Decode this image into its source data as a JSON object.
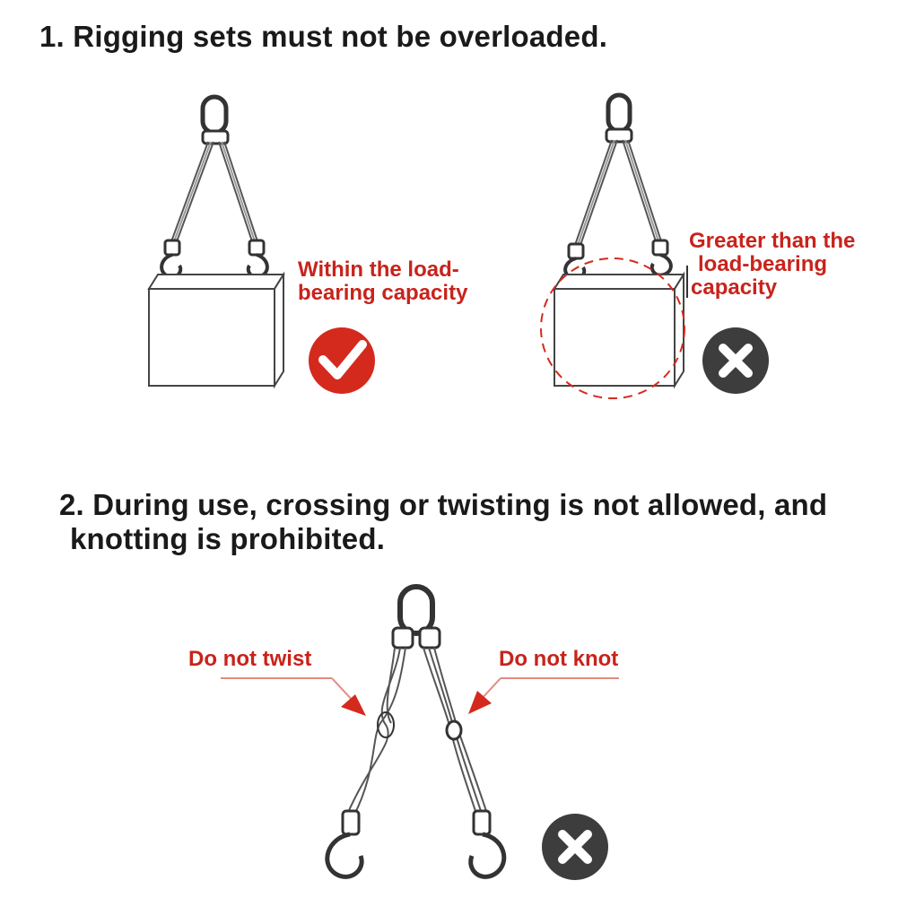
{
  "section1": {
    "title": "1. Rigging sets must not be overloaded.",
    "ok_label_line1": "Within the load-",
    "ok_label_line2": "bearing capacity",
    "bad_label_line1": "Greater than the",
    "bad_label_line2": "load-bearing",
    "bad_label_line3": "capacity"
  },
  "section2": {
    "title_line1": "2. During use, crossing or twisting is not allowed, and",
    "title_line2": "knotting is prohibited.",
    "twist_label": "Do not twist",
    "knot_label": "Do not knot"
  },
  "colors": {
    "accent_red": "#d42a1e",
    "label_red": "#c8231b",
    "badge_gray": "#3d3d3d",
    "line_gray": "#555555"
  },
  "icons": [
    "check-icon",
    "cross-icon",
    "cross-icon"
  ]
}
